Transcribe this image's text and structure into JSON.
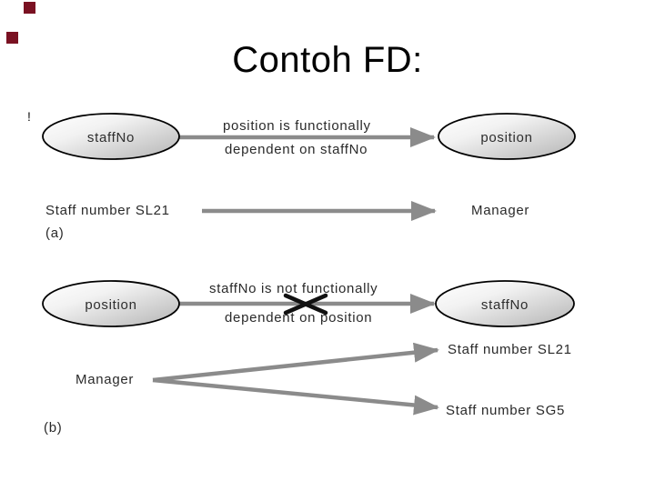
{
  "slide": {
    "title": "Contoh FD:",
    "background": "#ffffff"
  },
  "decorations": {
    "square_color": "#7a1122"
  },
  "colors": {
    "arrow_gray": "#8b8b8b",
    "text": "#2a2a2a",
    "ellipse_outline": "#000000",
    "ellipse_fill_light": "#ffffff",
    "ellipse_fill_dark": "#b4b4b4",
    "cross_black": "#111111"
  },
  "figure": {
    "part_a": {
      "note_marker": "!",
      "source_entity": "staffNo",
      "target_entity": "position",
      "arrow_caption_line1": "position is functionally",
      "arrow_caption_line2": "dependent on staffNo",
      "example_source": "Staff number SL21",
      "example_target": "Manager",
      "part_label": "(a)"
    },
    "part_b": {
      "source_entity": "position",
      "target_entity": "staffNo",
      "arrow_caption_line1": "staffNo is not functionally",
      "arrow_caption_line2": "dependent on position",
      "example_source": "Manager",
      "example_target_top": "Staff number SL21",
      "example_target_bottom": "Staff number SG5",
      "part_label": "(b)"
    }
  }
}
